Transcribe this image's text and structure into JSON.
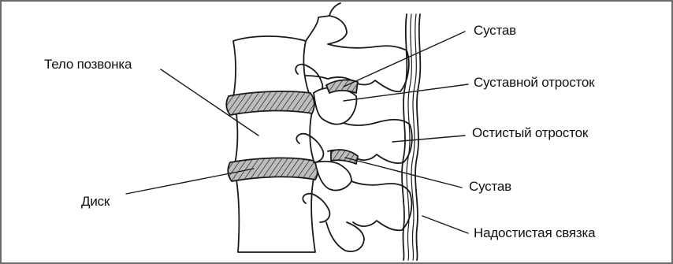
{
  "labels": {
    "vertebral_body": "Тело позвонка",
    "disc": "Диск",
    "joint_top": "Сустав",
    "articular_process": "Суставной отросток",
    "spinous_process": "Остистый отросток",
    "joint_bottom": "Сустав",
    "supraspinous_ligament": "Надостистая связка"
  },
  "colors": {
    "outline": "#1a1a1a",
    "frame": "#6b6b6b",
    "hatch": "#333333"
  }
}
